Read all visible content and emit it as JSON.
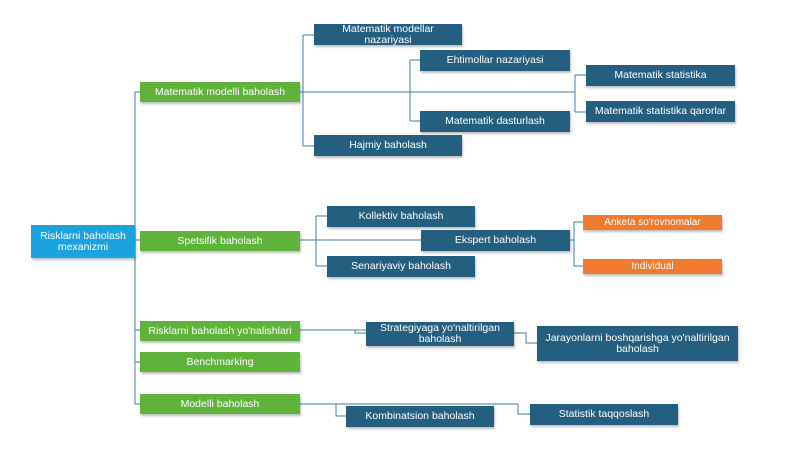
{
  "colors": {
    "root": "#1aa3de",
    "level1": "#5fb33a",
    "level2": "#245f80",
    "level3": "#f07a2e",
    "connector": "#3f7f9a"
  },
  "root": {
    "label": "Risklarni baholash mexanizmi"
  },
  "categories": {
    "math_model": "Matematik modelli baholash",
    "specific": "Spetsifik baholash",
    "directions": "Risklarni baholash yo'nalishlari",
    "benchmarking": "Benchmarking",
    "model": "Modelli baholash"
  },
  "nodes": {
    "math_models_theory": "Matematik modellar nazariyasi",
    "probability_theory": "Ehtimollar nazariyasi",
    "math_statistics": "Matematik statistika",
    "math_stat_decisions": "Matematik statistika qarorlar",
    "math_programming": "Matematik dasturlash",
    "volume_assessment": "Hajmiy baholash",
    "collective": "Kollektiv baholash",
    "expert": "Ekspert baholash",
    "scenario": "Senariyaviy baholash",
    "survey": "Anketa so'rovnomalar",
    "individual": "Individual",
    "strategy": "Strategiyaga yo'naltirilgan baholash",
    "process": "Jarayonlarni boshqarishga yo'naltirilgan baholash",
    "combination": "Kombinatsion baholash",
    "statistical": "Statistik taqqoslash"
  }
}
